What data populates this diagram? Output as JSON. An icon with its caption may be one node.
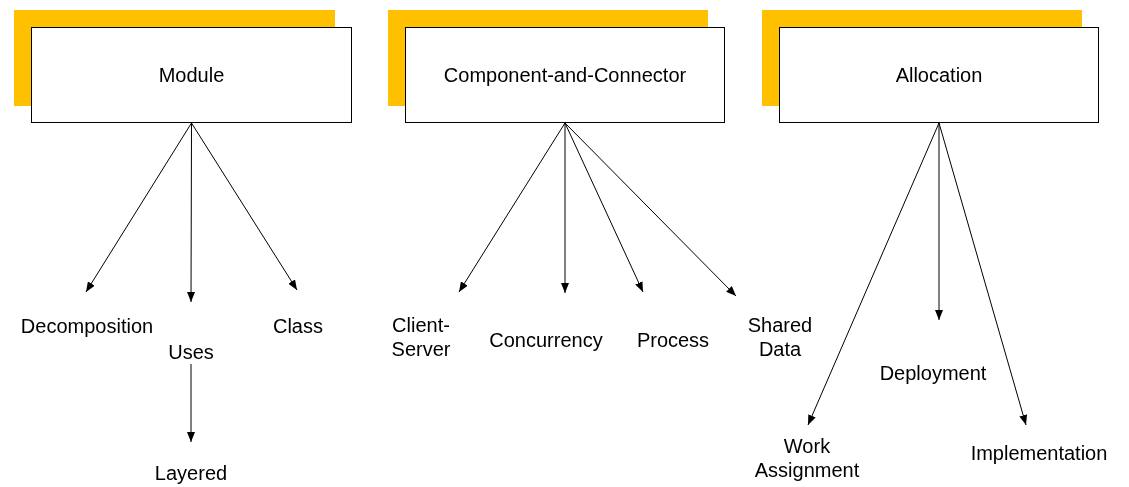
{
  "diagram": {
    "nodes": [
      {
        "text": [
          "Module"
        ]
      },
      {
        "text": [
          "Component-and-Connector"
        ]
      },
      {
        "text": [
          "Allocation"
        ]
      },
      {
        "text": [
          "Decomposition"
        ]
      },
      {
        "text": [
          "Uses"
        ]
      },
      {
        "text": [
          "Class"
        ]
      },
      {
        "text": [
          "Layered"
        ]
      },
      {
        "text": [
          "Client- Server"
        ]
      },
      {
        "text": [
          "Concurrency"
        ]
      },
      {
        "text": [
          "Process"
        ]
      },
      {
        "text": [
          "Shared Data"
        ]
      },
      {
        "text": [
          "Work Assignment"
        ]
      },
      {
        "text": [
          "Deployment"
        ]
      },
      {
        "text": [
          "Implementation"
        ]
      }
    ],
    "edges": [
      {
        "from": 0,
        "to": 3,
        "arrow": "to"
      },
      {
        "from": 0,
        "to": 4,
        "arrow": "to"
      },
      {
        "from": 0,
        "to": 5,
        "arrow": "to"
      },
      {
        "from": 4,
        "to": 6,
        "arrow": "to"
      },
      {
        "from": 1,
        "to": 7,
        "arrow": "to"
      },
      {
        "from": 1,
        "to": 8,
        "arrow": "to"
      },
      {
        "from": 1,
        "to": 9,
        "arrow": "to"
      },
      {
        "from": 1,
        "to": 10,
        "arrow": "to"
      },
      {
        "from": 2,
        "to": 11,
        "arrow": "to"
      },
      {
        "from": 2,
        "to": 12,
        "arrow": "to"
      },
      {
        "from": 2,
        "to": 13,
        "arrow": "to"
      }
    ]
  }
}
